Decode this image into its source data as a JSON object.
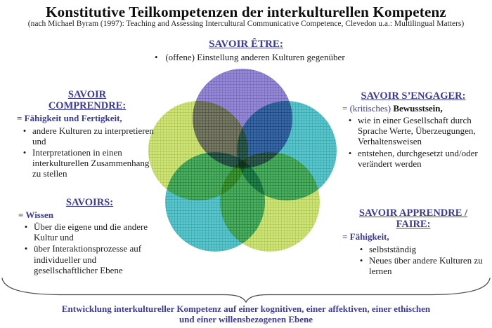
{
  "title": "Konstitutive Teilkompetenzen der interkulturellen Kompetenz",
  "subtitle": "(nach Michael Byram (1997): Teaching and Assessing Intercultural Communicative Competence, Clevedon u.a.: Multilingual Matters)",
  "glyphs": {
    "bullet": "•"
  },
  "sections": {
    "savoir_etre": {
      "heading": "SAVOIR ÊTRE:",
      "bullets": [
        "(offene) Einstellung anderen Kulturen gegenüber"
      ]
    },
    "savoir_comprendre": {
      "heading": "SAVOIR COMPRENDRE:",
      "subline": "= Fähigkeit und Fertigkeit,",
      "bullets": [
        "andere Kulturen zu interpretieren und",
        "Interpretationen in einen interkulturellen Zusammenhang zu stellen"
      ]
    },
    "savoir_sengager": {
      "heading": "SAVOIR S’ENGAGER:",
      "subline_prefix": "= (kritisches)",
      "subline_bold": "Bewusstsein,",
      "bullets": [
        "wie in einer Gesellschaft durch Sprache Werte, Überzeugungen, Verhaltensweisen",
        "entstehen, durchgesetzt und/oder verändert werden"
      ]
    },
    "savoirs": {
      "heading": "SAVOIRS:",
      "subline": "= Wissen",
      "bullets": [
        "Über die eigene und die andere Kultur und",
        "über Interaktionsprozesse auf individueller und gesellschaftlicher Ebene"
      ]
    },
    "savoir_apprendre": {
      "heading": "SAVOIR APPRENDRE / FAIRE:",
      "subline": "= Fähigkeit,",
      "bullets": [
        "selbstständig",
        "Neues über andere Kulturen zu lernen"
      ]
    }
  },
  "footer": {
    "line1": "Entwicklung interkultureller Kompetenz auf einer kognitiven, einer affektiven, einer ethischen",
    "line2": "und einer willensbezogenen Ebene"
  },
  "venn": {
    "purple": {
      "base": "#938ad0",
      "grid": "#7568bb"
    },
    "teal": {
      "base": "#5fc3c8",
      "grid": "#37aab0"
    },
    "lime": {
      "base": "#cfe183",
      "grid": "#aecb4e"
    }
  },
  "colors": {
    "heading_blue": "#3b3b99",
    "text_black": "#1c1c1c",
    "brace_gray": "#4d4d4d"
  }
}
